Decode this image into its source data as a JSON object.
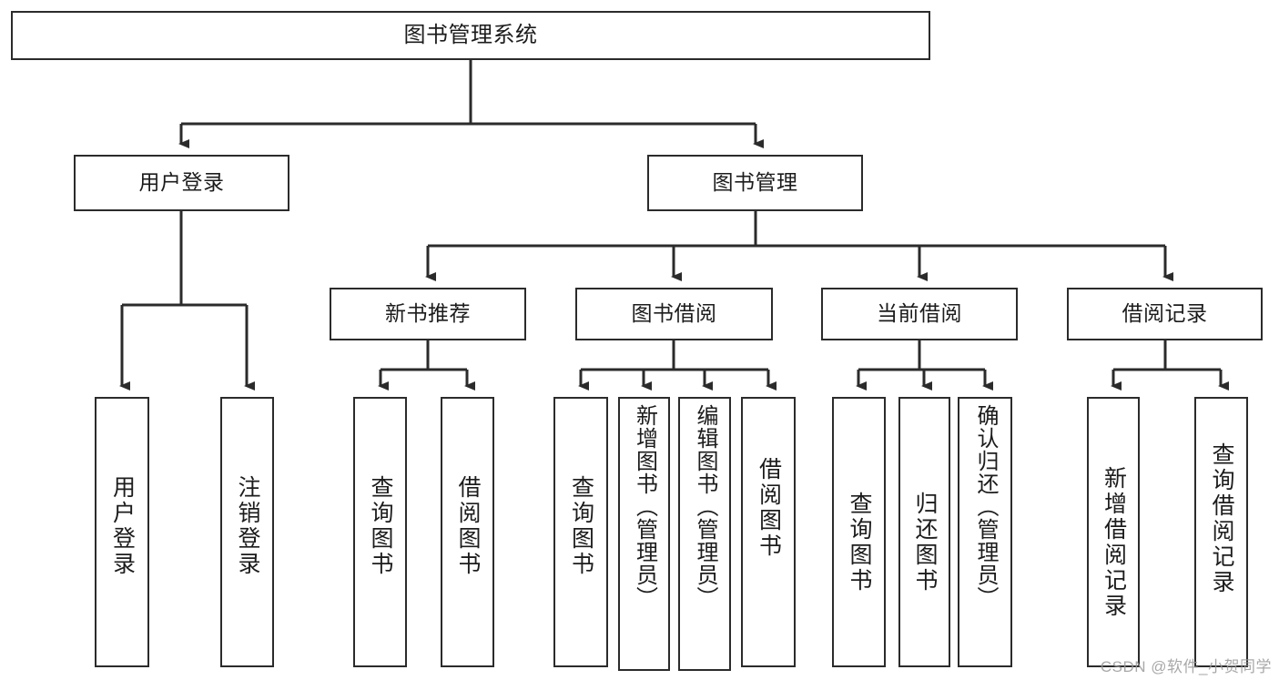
{
  "diagram": {
    "title": "图书管理系统",
    "type": "tree-hierarchy",
    "watermark": "CSDN @软件_小贺同学",
    "colors": {
      "node_border": "#2b2b2b",
      "node_fill": "#ffffff",
      "edge": "#2b2b2b",
      "text": "#1c1c1c",
      "watermark": "#9a9a9a"
    },
    "levels": {
      "root": {
        "label": "图书管理系统"
      },
      "level2": [
        {
          "id": "user-login",
          "label": "用户登录"
        },
        {
          "id": "book-manage",
          "label": "图书管理"
        }
      ],
      "level3": [
        {
          "id": "new-book-rec",
          "label": "新书推荐",
          "parent": "book-manage"
        },
        {
          "id": "book-borrow",
          "label": "图书借阅",
          "parent": "book-manage"
        },
        {
          "id": "current-borrow",
          "label": "当前借阅",
          "parent": "book-manage"
        },
        {
          "id": "borrow-record",
          "label": "借阅记录",
          "parent": "book-manage"
        }
      ],
      "leaves": [
        {
          "id": "leaf-user-login",
          "label": "用户登录",
          "parent": "user-login"
        },
        {
          "id": "leaf-user-logout",
          "label": "注销登录",
          "parent": "user-login"
        },
        {
          "id": "leaf-query-book-1",
          "label": "查询图书",
          "parent": "new-book-rec"
        },
        {
          "id": "leaf-borrow-book-1",
          "label": "借阅图书",
          "parent": "new-book-rec"
        },
        {
          "id": "leaf-query-book-2",
          "label": "查询图书",
          "parent": "book-borrow"
        },
        {
          "id": "leaf-add-book",
          "label": "新增图书（管理员）",
          "parent": "book-borrow"
        },
        {
          "id": "leaf-edit-book",
          "label": "编辑图书（管理员）",
          "parent": "book-borrow"
        },
        {
          "id": "leaf-borrow-book-2",
          "label": "借阅图书",
          "parent": "book-borrow"
        },
        {
          "id": "leaf-query-book-3",
          "label": "查询图书",
          "parent": "current-borrow"
        },
        {
          "id": "leaf-return-book",
          "label": "归还图书",
          "parent": "current-borrow"
        },
        {
          "id": "leaf-confirm-return",
          "label": "确认归还（管理员）",
          "parent": "current-borrow"
        },
        {
          "id": "leaf-add-record",
          "label": "新增借阅记录",
          "parent": "borrow-record"
        },
        {
          "id": "leaf-query-record",
          "label": "查询借阅记录",
          "parent": "borrow-record"
        }
      ]
    }
  }
}
